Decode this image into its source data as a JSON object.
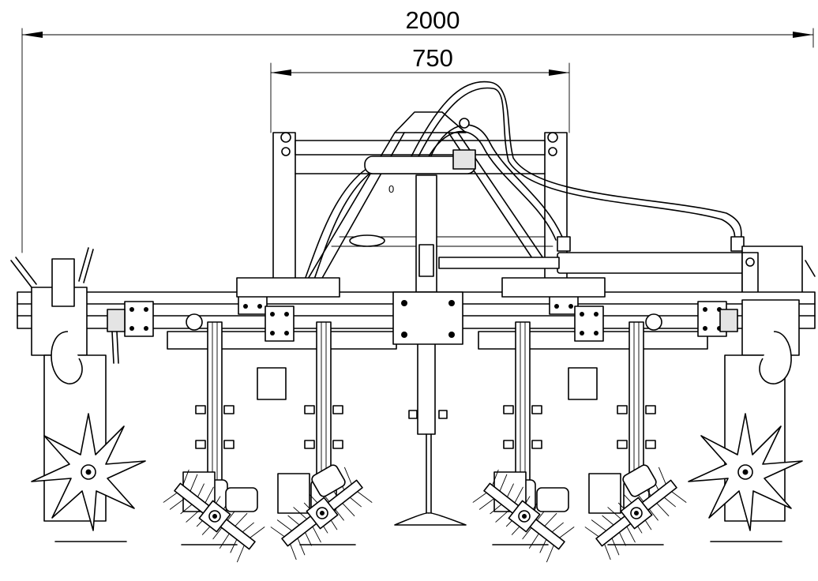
{
  "dimensions": {
    "overall_width": "2000",
    "frame_width": "750"
  },
  "annotation": {
    "label": "0"
  },
  "colors": {
    "line": "#000000",
    "background": "#ffffff",
    "fill": "#e4e4e4"
  }
}
